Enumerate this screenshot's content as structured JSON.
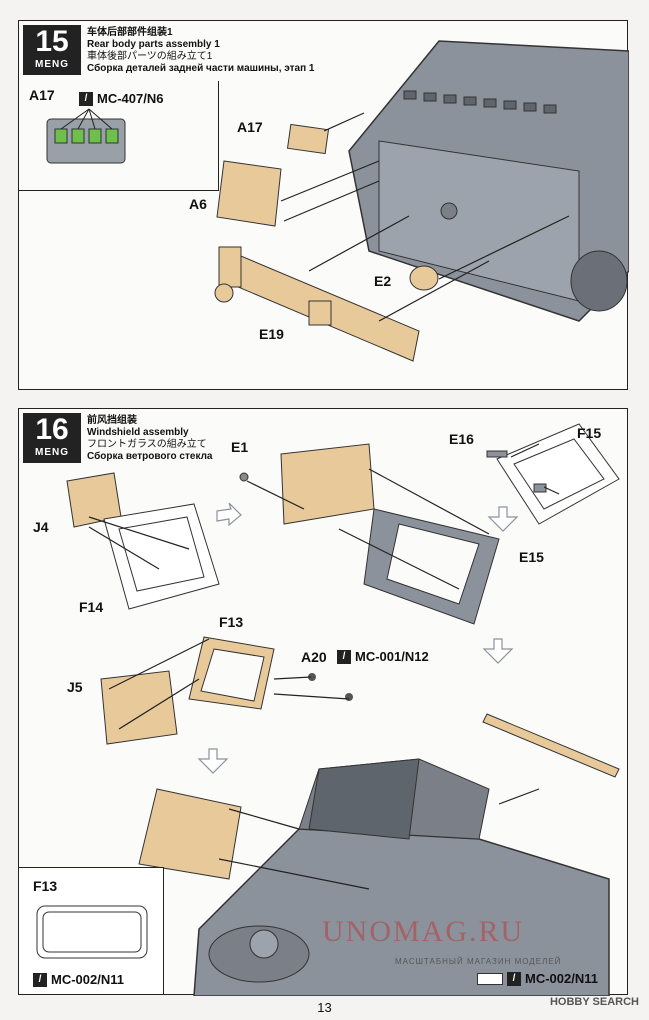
{
  "step15": {
    "number": "15",
    "brand": "MENG",
    "title_cn": "车体后部部件组装1",
    "title_en": "Rear body parts assembly 1",
    "title_jp": "車体後部パーツの組み立て1",
    "title_ru": "Сборка деталей задней части машины, этап 1",
    "inset_part": "A17",
    "inset_paint": "MC-407/N6",
    "parts": {
      "a17": "A17",
      "a6": "A6",
      "e2": "E2",
      "e19": "E19"
    }
  },
  "step16": {
    "number": "16",
    "brand": "MENG",
    "title_cn": "前风挡组装",
    "title_en": "Windshield assembly",
    "title_jp": "フロントガラスの組み立て",
    "title_ru": "Сборка ветрового стекла",
    "parts": {
      "e1": "E1",
      "e16": "E16",
      "f15": "F15",
      "e15": "E15",
      "j4": "J4",
      "f14": "F14",
      "f13": "F13",
      "a20": "A20",
      "j5": "J5"
    },
    "a20_paint": "MC-001/N12",
    "inset_part": "F13",
    "inset_paint": "MC-002/N11",
    "clear_paint": "MC-002/N11"
  },
  "footer": {
    "page_number": "13",
    "watermark": "UNOMAG.RU",
    "watermark_sub": "МАСШТАБНЫЙ МАГАЗИН МОДЕЛЕЙ",
    "source": "HOBBY SEARCH"
  },
  "colors": {
    "tan": "#e8c99a",
    "grey": "#8c929c",
    "clear": "#ffffff",
    "badge": "#222222"
  }
}
